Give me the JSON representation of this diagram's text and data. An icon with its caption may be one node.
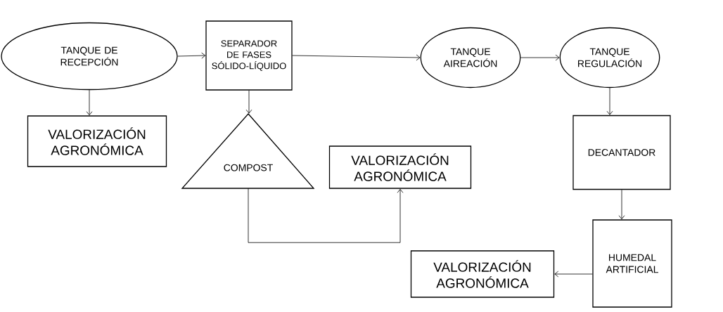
{
  "diagram": {
    "nodes": [
      {
        "text": [
          "TANQUE DE RECEPCIÓN"
        ]
      },
      {
        "text": [
          "SEPARADOR DE FASES SÓLIDO-LÍQUIDO"
        ]
      },
      {
        "text": [
          "TANQUE AIREACIÓN"
        ]
      },
      {
        "text": [
          "TANQUE REGULACIÓN"
        ]
      },
      {
        "text": [
          "VALORIZACIÓN AGRONÓMICA"
        ]
      },
      {
        "text": [
          "COMPOST"
        ]
      },
      {
        "text": [
          "VALORIZACIÓN AGRONÓMICA"
        ]
      },
      {
        "text": [
          "DECANTADOR"
        ]
      },
      {
        "text": [
          "HUMEDAL ARTIFICIAL"
        ]
      },
      {
        "text": [
          "VALORIZACIÓN AGRONÓMICA"
        ]
      }
    ],
    "edges": [
      {
        "from": 0,
        "to": 1,
        "arrow": "to"
      },
      {
        "from": 1,
        "to": 2,
        "arrow": "to"
      },
      {
        "from": 2,
        "to": 3,
        "arrow": "to"
      },
      {
        "from": 0,
        "to": 4,
        "arrow": "to"
      },
      {
        "from": 1,
        "to": 5,
        "arrow": "to"
      },
      {
        "from": 5,
        "to": 6,
        "arrow": "to"
      },
      {
        "from": 3,
        "to": 7,
        "arrow": "to"
      },
      {
        "from": 7,
        "to": 8,
        "arrow": "to"
      },
      {
        "from": 8,
        "to": 9,
        "arrow": "to"
      }
    ]
  }
}
